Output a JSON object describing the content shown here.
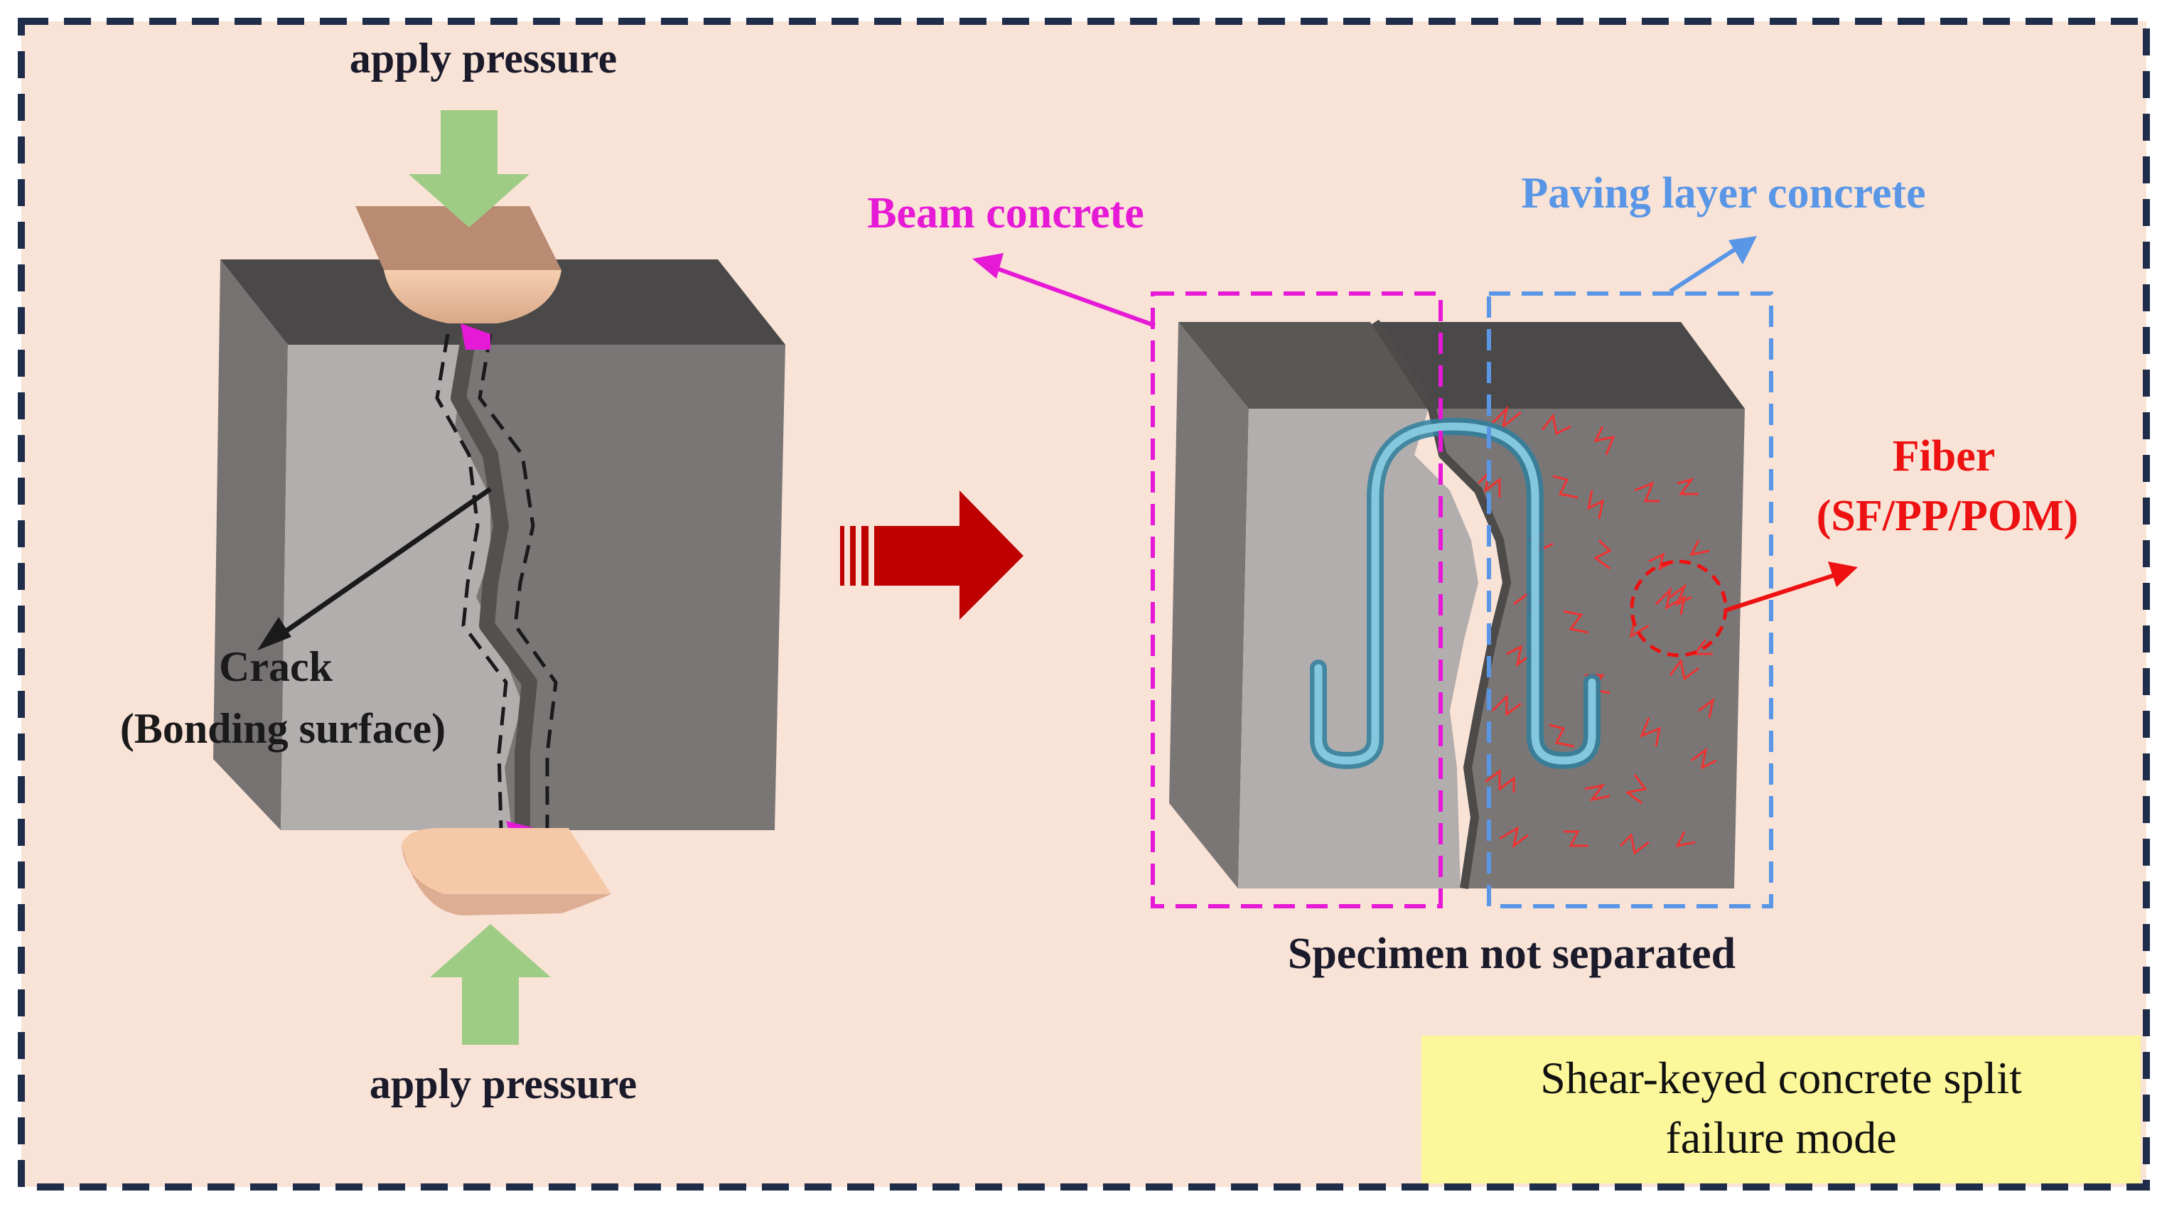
{
  "labels": {
    "apply_pressure_top": "apply pressure",
    "apply_pressure_bottom": "apply pressure",
    "crack_line1": "Crack",
    "crack_line2": "(Bonding surface)",
    "beam_concrete": "Beam concrete",
    "paving_layer_concrete": "Paving layer concrete",
    "fiber_line1": "Fiber",
    "fiber_line2": "(SF/PP/POM)",
    "specimen_not_separated": "Specimen not separated",
    "caption_line1": "Shear-keyed concrete split",
    "caption_line2": "failure mode"
  },
  "colors": {
    "panel_background": "#f9e3d7",
    "frame_dash": "#1f2d4a",
    "beam_label": "#e619d6",
    "paving_label": "#5a96e6",
    "fiber_label": "#ee1111",
    "transition_arrow": "#bf0000",
    "pressure_arrow": "#9fcc85",
    "caption_box": "#fbf79a",
    "text_dark": "#1a1a2a"
  }
}
